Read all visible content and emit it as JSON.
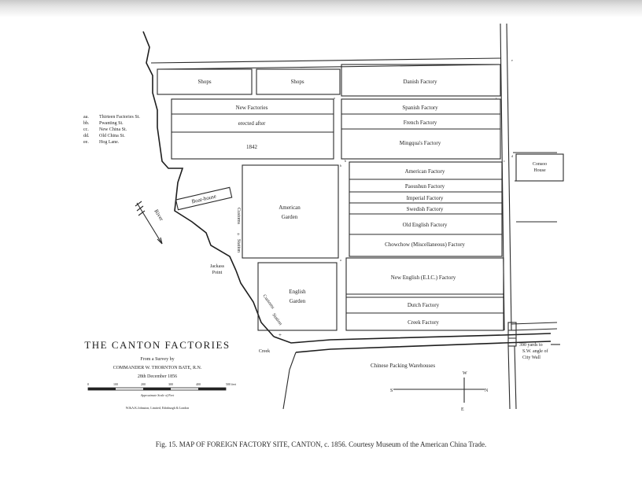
{
  "map": {
    "title": "THE CANTON FACTORIES",
    "survey_line1": "From a Survey by",
    "survey_line2": "COMMANDER W. THORNTON BATE, R.N.",
    "survey_date": "28th December 1856",
    "scale": {
      "ticks": [
        "0",
        "100",
        "200",
        "300",
        "400",
        "500 feet"
      ],
      "label": "Approximate Scale of Feet"
    },
    "imprint": "W.&A.K.Johnston, Limited, Edinburgh & London",
    "legend": [
      {
        "key": "aa.",
        "label": "Thirteen Factories St."
      },
      {
        "key": "bb.",
        "label": "Pwanting St."
      },
      {
        "key": "cc.",
        "label": "New China St."
      },
      {
        "key": "dd.",
        "label": "Old China St."
      },
      {
        "key": "ee.",
        "label": "Hog Lane."
      }
    ],
    "blocks": {
      "shops_1": "Shops",
      "shops_2": "Shops",
      "danish": "Danish Factory",
      "new_factories_1": "New Factories",
      "new_factories_2": "erected after",
      "new_factories_3": "1842",
      "spanish": "Spanish Factory",
      "french": "French Factory",
      "mingqua": "Mingqua's Factory",
      "american_factory": "American Factory",
      "paoushun": "Paoushun Factory",
      "imperial": "Imperial Factory",
      "swedish": "Swedish Factory",
      "old_english": "Old English Factory",
      "chowchow": "Chowchow (Miscellaneous) Factory",
      "new_english": "New English (E.I.C.) Factory",
      "dutch": "Dutch Factory",
      "creek_factory": "Creek Factory",
      "american_garden_1": "American",
      "american_garden_2": "Garden",
      "english_garden_1": "English",
      "english_garden_2": "Garden",
      "consoo_1": "Consoo",
      "consoo_2": "House",
      "boat_house": "Boat-house"
    },
    "features": {
      "river": "River",
      "customs_station_1": "Customs",
      "customs_station_2": "Station",
      "customs_station_3": "Customs",
      "customs_station_4": "Station",
      "jackass_point_1": "Jackass",
      "jackass_point_2": "Point",
      "creek": "Creek",
      "chinese_warehouses": "Chinese Packing Warehouses",
      "city_wall_1": "390 yards to",
      "city_wall_2": "S.W. angle of",
      "city_wall_3": "City Wall"
    },
    "street_marks": {
      "a_top": "a",
      "a_bottom": "a",
      "b_top": "b",
      "b_mid": "b",
      "c_top": "c",
      "c_mid": "c",
      "d_right": "d",
      "e_right": "e"
    },
    "compass": {
      "w": "W",
      "n": "N",
      "s": "S",
      "e": "E"
    }
  },
  "caption": "Fig. 15. MAP OF FOREIGN FACTORY SITE, CANTON, c. 1856. Courtesy Museum of the American China Trade."
}
